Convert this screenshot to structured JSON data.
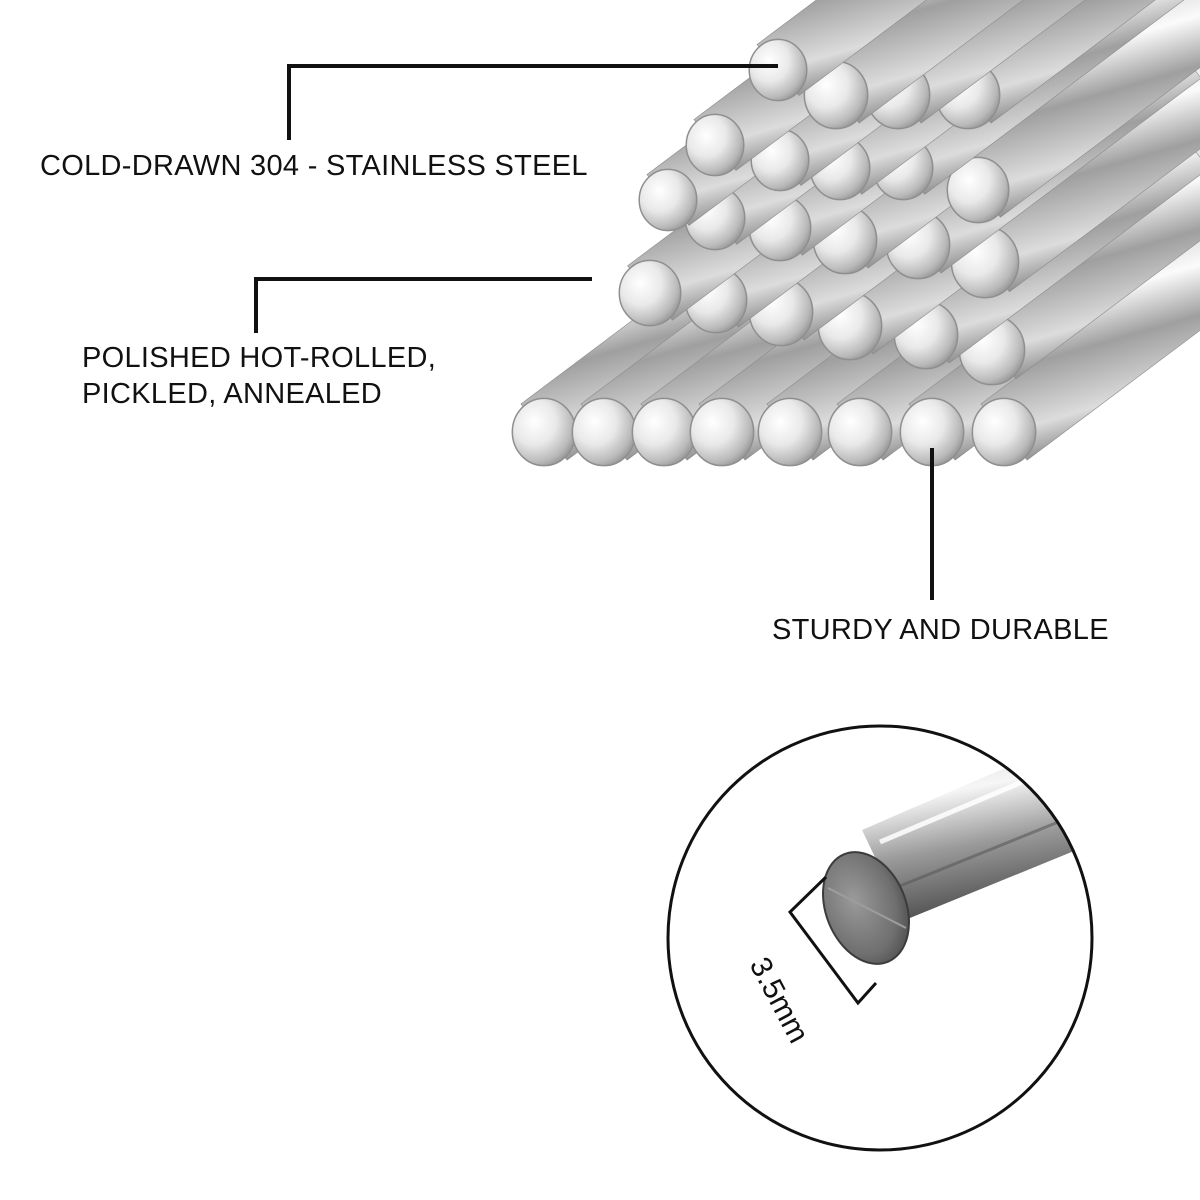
{
  "labels": {
    "material": "COLD-DRAWN 304 - STAINLESS STEEL",
    "finish_line1": "POLISHED HOT-ROLLED,",
    "finish_line2": "PICKLED, ANNEALED",
    "durability": "STURDY AND DURABLE"
  },
  "detail": {
    "diameter": "3.5mm"
  },
  "colors": {
    "background": "#ffffff",
    "text": "#111111",
    "steel_light": "#f4f4f4",
    "steel_mid": "#b9b9b9",
    "steel_dark": "#5c5c5c"
  }
}
